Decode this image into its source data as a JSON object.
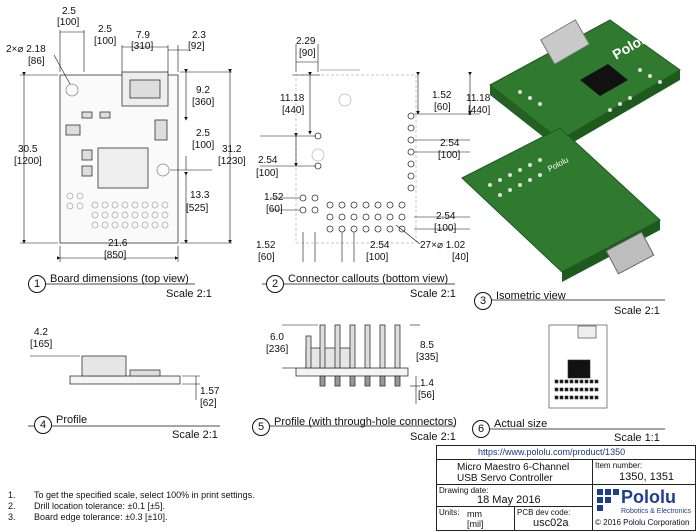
{
  "dimensions": {
    "top_2_5": "2.5",
    "top_100": "[100]",
    "top2_2_5": "2.5",
    "top2_100": "[100]",
    "top_7_9": "7.9",
    "top_310": "[310]",
    "top_2_3": "2.3",
    "top_92": "[92]",
    "hole_diam": "2×⌀ 2.18",
    "hole_86": "[86]",
    "d_9_2": "9.2",
    "d_360": "[360]",
    "d_2_5r": "2.5",
    "d_100r": "[100]",
    "d_30_5": "30.5",
    "d_1200": "[1200]",
    "d_31_2": "31.2",
    "d_1230": "[1230]",
    "d_13_3": "13.3",
    "d_525": "[525]",
    "d_21_6": "21.6",
    "d_850": "[850]",
    "c_2_29": "2.29",
    "c_90": "[90]",
    "c_11_18l": "11.18",
    "c_440l": "[440]",
    "c_1_52t": "1.52",
    "c_60t": "[60]",
    "c_11_18r": "11.18",
    "c_440r": "[440]",
    "c_2_54a": "2.54",
    "c_100a": "[100]",
    "c_2_54l": "2.54",
    "c_100l": "[100]",
    "c_1_52l": "1.52",
    "c_60l": "[60]",
    "c_2_54b": "2.54",
    "c_100b": "[100]",
    "c_1_52bl": "1.52",
    "c_60bl": "[60]",
    "c_2_54bb": "2.54",
    "c_100bb": "[100]",
    "c_27": "27×⌀ 1.02",
    "c_40": "[40]",
    "p_4_2": "4.2",
    "p_165": "[165]",
    "p_1_57": "1.57",
    "p_62": "[62]",
    "h_6_0": "6.0",
    "h_236": "[236]",
    "h_8_5": "8.5",
    "h_335": "[335]",
    "h_1_4": "1.4",
    "h_56": "[56]"
  },
  "views": [
    {
      "num": "1",
      "title": "Board dimensions (top view)",
      "scale": "Scale 2:1"
    },
    {
      "num": "2",
      "title": "Connector callouts (bottom view)",
      "scale": "Scale 2:1"
    },
    {
      "num": "3",
      "title": "Isometric view",
      "scale": "Scale 2:1"
    },
    {
      "num": "4",
      "title": "Profile",
      "scale": "Scale 2:1"
    },
    {
      "num": "5",
      "title": "Profile (with through-hole connectors)",
      "scale": "Scale 2:1"
    },
    {
      "num": "6",
      "title": "Actual size",
      "scale": "Scale 1:1"
    }
  ],
  "notes": [
    {
      "n": "1.",
      "text": "To get the specified scale, select 100% in print settings."
    },
    {
      "n": "2.",
      "text": "Drill location tolerance: ±0.1 [±5]."
    },
    {
      "n": "3.",
      "text": "Board edge tolerance: ±0.3 [±10]."
    }
  ],
  "title_block": {
    "url": "https://www.pololu.com/product/1350",
    "product_line1": "Micro Maestro 6-Channel",
    "product_line2": "USB Servo Controller",
    "item_label": "Item number:",
    "item_value": "1350, 1351",
    "date_label": "Drawing date:",
    "date_value": "18 May 2016",
    "units_label": "Units:",
    "units_value1": "mm",
    "units_value2": "[mil]",
    "pcb_label": "PCB dev code:",
    "pcb_value": "usc02a",
    "logo_name": "Pololu",
    "logo_sub": "Robotics & Electronics",
    "copyright": "© 2016 Pololu Corporation"
  },
  "colors": {
    "pcb_green": "#2f7a2f",
    "pcb_dark": "#1e5a1e",
    "logo_blue": "#1d3f8f"
  }
}
